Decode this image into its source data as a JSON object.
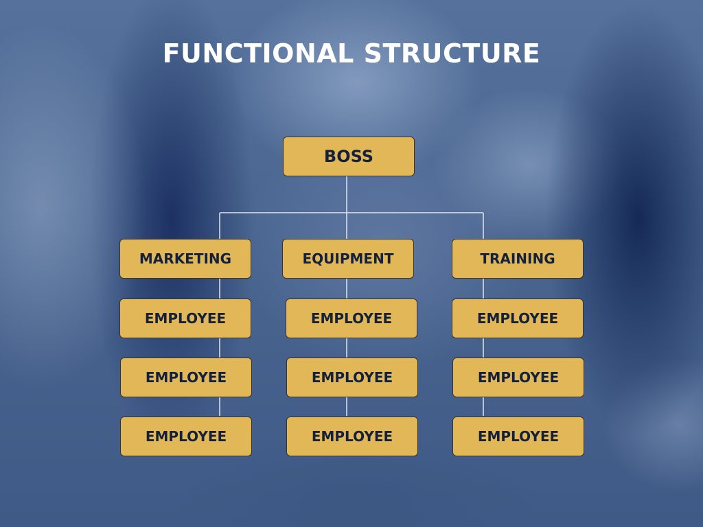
{
  "title": "FUNCTIONAL STRUCTURE",
  "colors": {
    "box_fill": "#e2b757",
    "box_text": "#14213d",
    "connector": "#dfe6f1",
    "title_text": "#ffffff"
  },
  "root": {
    "label": "BOSS"
  },
  "departments": [
    {
      "label": "MARKETING",
      "employees": [
        "EMPLOYEE",
        "EMPLOYEE",
        "EMPLOYEE"
      ]
    },
    {
      "label": "EQUIPMENT",
      "employees": [
        "EMPLOYEE",
        "EMPLOYEE",
        "EMPLOYEE"
      ]
    },
    {
      "label": "TRAINING",
      "employees": [
        "EMPLOYEE",
        "EMPLOYEE",
        "EMPLOYEE"
      ]
    }
  ]
}
